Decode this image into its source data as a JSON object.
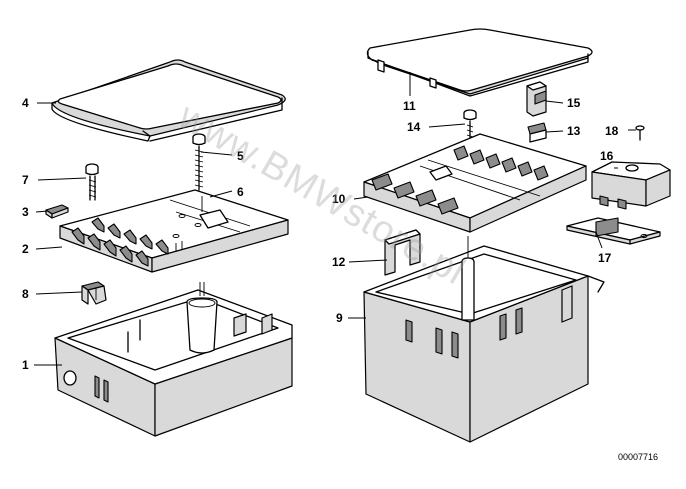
{
  "diagram": {
    "watermark": "www.BMWstore.pl",
    "code": "00007716",
    "callouts": {
      "c1": "1",
      "c2": "2",
      "c3": "3",
      "c4": "4",
      "c5": "5",
      "c6": "6",
      "c7": "7",
      "c8": "8",
      "c9": "9",
      "c10": "10",
      "c11": "11",
      "c12": "12",
      "c13": "13",
      "c14": "14",
      "c15": "15",
      "c16": "16",
      "c17": "17",
      "c18": "18"
    }
  }
}
